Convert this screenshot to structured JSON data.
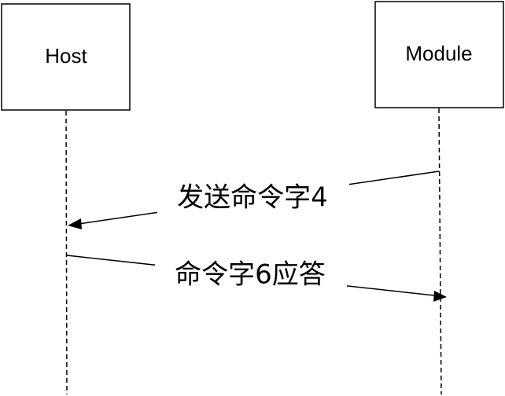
{
  "participants": {
    "host": {
      "label": "Host"
    },
    "module": {
      "label": "Module"
    }
  },
  "messages": [
    {
      "from": "Module",
      "to": "Host",
      "label": "发送命令字4"
    },
    {
      "from": "Host",
      "to": "Module",
      "label": "命令字6应答"
    }
  ]
}
